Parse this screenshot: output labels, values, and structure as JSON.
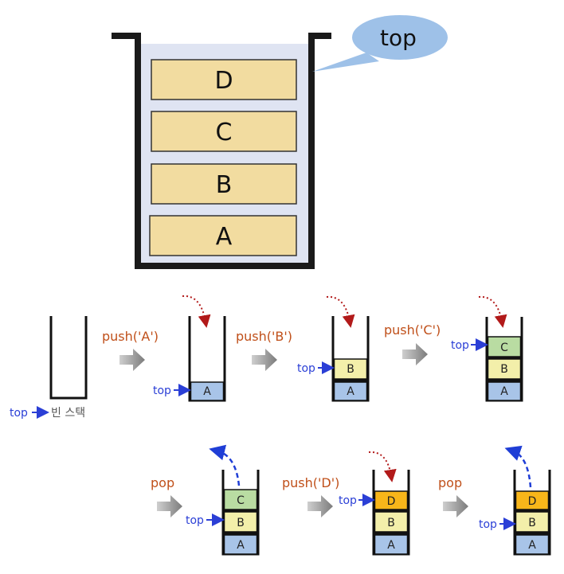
{
  "main_stack": {
    "items": [
      "D",
      "C",
      "B",
      "A"
    ],
    "pointer_label": "top",
    "colors": {
      "item_fill": "#f2dca0",
      "item_border": "#333333",
      "inner_fill": "#dfe4f2",
      "bubble": "#9ec1e8"
    }
  },
  "labels": {
    "top": "top",
    "empty_stack": "빈 스택",
    "push_a": "push('A')",
    "push_b": "push('B')",
    "push_c": "push('C')",
    "pop": "pop",
    "push_d": "push('D')"
  },
  "cells": {
    "a": "A",
    "b": "B",
    "c": "C",
    "d": "D"
  },
  "colors": {
    "a": "#a8c4e8",
    "b": "#f3efaa",
    "c": "#b9dca2",
    "d": "#f8b61a",
    "op_text": "#c0501a",
    "top_text": "#2b3fd6",
    "push_arrow": "#b21a1a",
    "pop_arrow": "#1f3ed6"
  }
}
